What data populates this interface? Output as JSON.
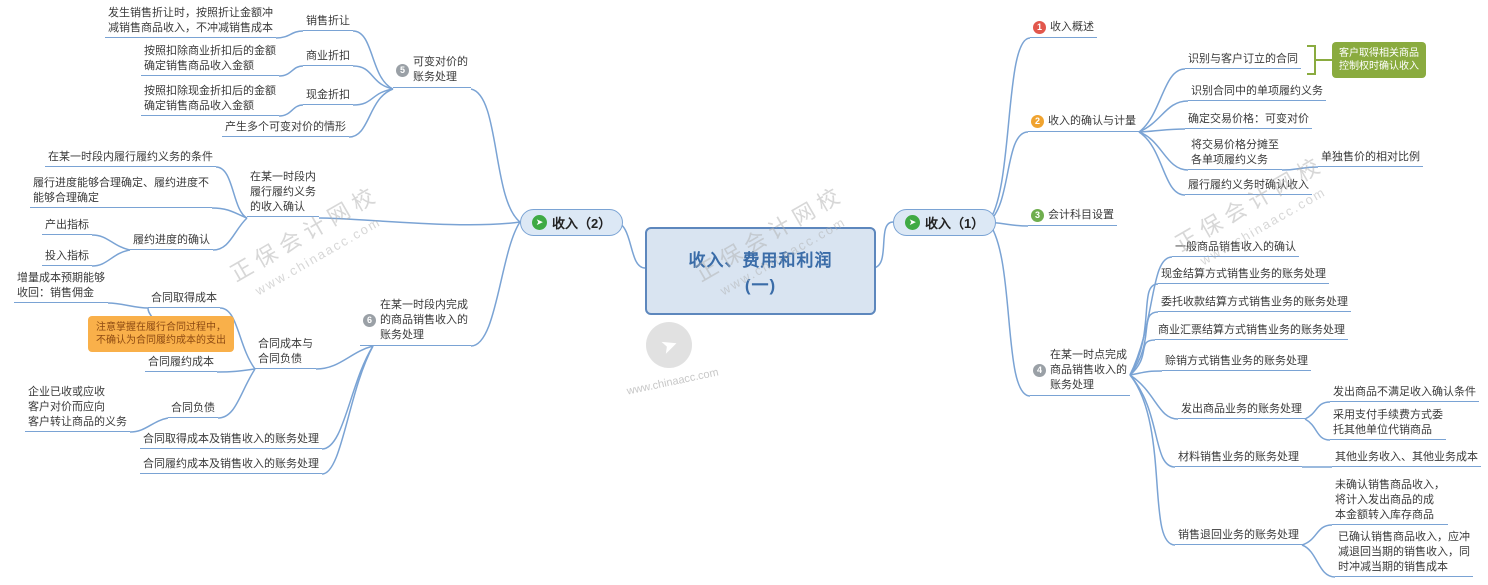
{
  "center": {
    "line1": "收入、费用和利润",
    "line2": "(一)"
  },
  "topics": {
    "left": "收入（2）",
    "right": "收入（1）",
    "icon": "➤"
  },
  "watermark": {
    "brand": "正保会计网校",
    "site": "www.chinaacc.com"
  },
  "colors": {
    "branch_line": "#7aa3d4",
    "badge_1": "#e2574c",
    "badge_2": "#f0a32f",
    "badge_3": "#6fae4e",
    "badge_gray": "#9aa0a6",
    "green_callout_bg": "#8aab3f",
    "orange_callout_bg": "#f9b04a",
    "center_fill": "#d9e4f1",
    "center_border": "#5d87bd",
    "topic_icon": "#3faa44"
  },
  "nodes": {
    "L1": {
      "label": "发生销售折让时，按照折让金额冲\n减销售商品收入，不冲减销售成本"
    },
    "L2": {
      "label": "销售折让"
    },
    "L3": {
      "label": "按照扣除商业折扣后的金额\n确定销售商品收入金额"
    },
    "L4": {
      "label": "商业折扣"
    },
    "L5": {
      "label": "按照扣除现金折扣后的金额\n确定销售商品收入金额"
    },
    "L6": {
      "label": "现金折扣"
    },
    "L7": {
      "label": "产生多个可变对价的情形"
    },
    "L8": {
      "num": "5",
      "label": "可变对价的\n账务处理"
    },
    "L9": {
      "label": "在某一时段内履行履约义务的条件"
    },
    "L10": {
      "label": "履行进度能够合理确定、履约进度不\n能够合理确定"
    },
    "L11": {
      "label": "产出指标"
    },
    "L12": {
      "label": "投入指标"
    },
    "L13": {
      "label": "履约进度的确认"
    },
    "L14": {
      "label": "在某一时段内\n履行履约义务\n的收入确认"
    },
    "L15": {
      "label": "增量成本预期能够\n收回：销售佣金"
    },
    "L16": {
      "label": "合同取得成本"
    },
    "L17": {
      "label": "注意掌握在履行合同过程中，\n不确认为合同履约成本的支出"
    },
    "L18": {
      "label": "合同履约成本"
    },
    "L19": {
      "label": "合同成本与\n合同负债"
    },
    "L20": {
      "label": "企业已收或应收\n客户对价而应向\n客户转让商品的义务"
    },
    "L21": {
      "label": "合同负债"
    },
    "L22": {
      "label": "合同取得成本及销售收入的账务处理"
    },
    "L23": {
      "label": "合同履约成本及销售收入的账务处理"
    },
    "L24": {
      "num": "6",
      "label": "在某一时段内完成\n的商品销售收入的\n账务处理"
    },
    "R1": {
      "num": "1",
      "label": "收入概述"
    },
    "R2": {
      "num": "2",
      "label": "收入的确认与计量"
    },
    "R3": {
      "label": "识别与客户订立的合同"
    },
    "R4": {
      "label": "客户取得相关商品\n控制权时确认收入"
    },
    "R5": {
      "label": "识别合同中的单项履约义务"
    },
    "R6": {
      "label": "确定交易价格：可变对价"
    },
    "R7": {
      "label": "将交易价格分摊至\n各单项履约义务"
    },
    "R8": {
      "label": "单独售价的相对比例"
    },
    "R9": {
      "label": "履行履约义务时确认收入"
    },
    "R10": {
      "num": "3",
      "label": "会计科目设置"
    },
    "R11": {
      "num": "4",
      "label": "在某一时点完成\n商品销售收入的\n账务处理"
    },
    "R12": {
      "label": "一般商品销售收入的确认"
    },
    "R13": {
      "label": "现金结算方式销售业务的账务处理"
    },
    "R14": {
      "label": "委托收款结算方式销售业务的账务处理"
    },
    "R15": {
      "label": "商业汇票结算方式销售业务的账务处理"
    },
    "R16": {
      "label": "赊销方式销售业务的账务处理"
    },
    "R17": {
      "label": "发出商品业务的账务处理"
    },
    "R18": {
      "label": "发出商品不满足收入确认条件"
    },
    "R19": {
      "label": "采用支付手续费方式委\n托其他单位代销商品"
    },
    "R20": {
      "label": "材料销售业务的账务处理"
    },
    "R21": {
      "label": "其他业务收入、其他业务成本"
    },
    "R22": {
      "label": "销售退回业务的账务处理"
    },
    "R23": {
      "label": "未确认销售商品收入，\n将计入发出商品的成\n本金额转入库存商品"
    },
    "R24": {
      "label": "已确认销售商品收入，应冲\n减退回当期的销售收入，同\n时冲减当期的销售成本"
    }
  }
}
